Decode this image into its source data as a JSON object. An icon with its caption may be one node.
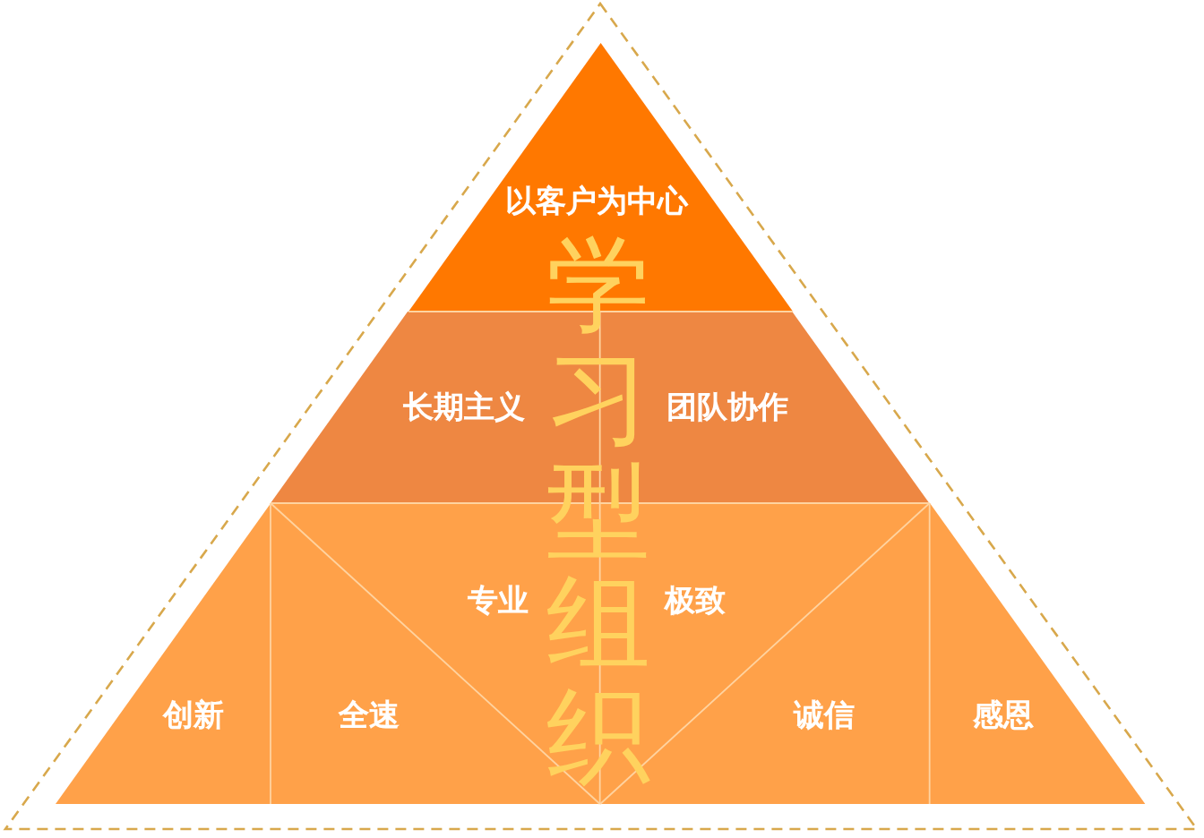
{
  "diagram": {
    "title": "学习型组织",
    "nodes": [
      {
        "text": [
          "以客户为中心"
        ]
      },
      {
        "text": [
          "长期主义",
          "团队协作"
        ]
      },
      {
        "text": [
          "专业",
          "极致"
        ]
      },
      {
        "text": [
          "创新"
        ]
      },
      {
        "text": [
          "全速"
        ]
      },
      {
        "text": [
          "诚信"
        ]
      },
      {
        "text": [
          "感恩"
        ]
      }
    ]
  }
}
